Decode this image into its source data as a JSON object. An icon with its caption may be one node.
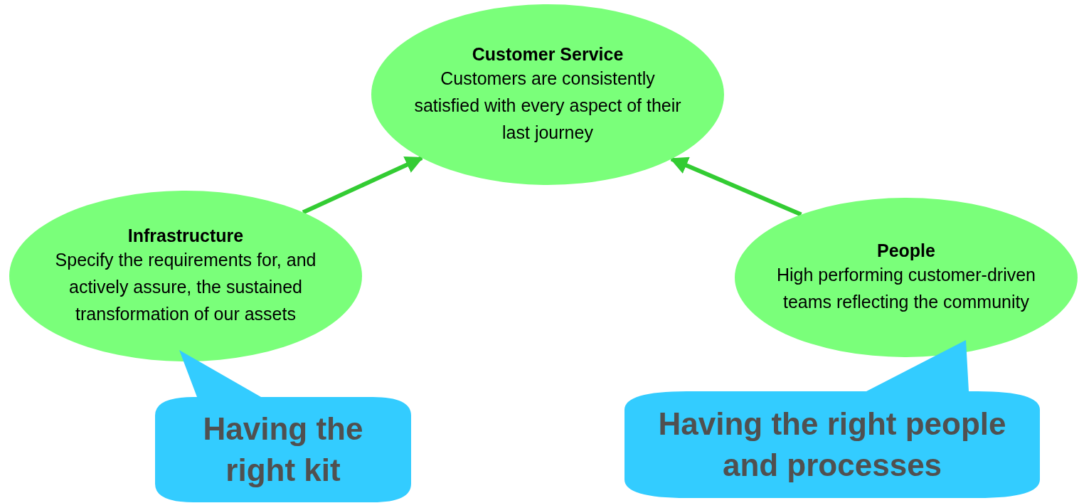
{
  "diagram": {
    "nodes": [
      {
        "text": [
          "Customer Service",
          "Customers are consistently satisfied with every aspect of their last journey"
        ]
      },
      {
        "text": [
          "Infrastructure",
          "Specify the requirements for, and actively assure, the sustained transformation of our assets"
        ]
      },
      {
        "text": [
          "People",
          "High performing customer-driven teams reflecting the community"
        ]
      },
      {
        "text": [
          "Having the right kit"
        ]
      },
      {
        "text": [
          "Having the right people and processes"
        ]
      }
    ],
    "edges": [
      {
        "from": 1,
        "to": 0,
        "arrow": "to"
      },
      {
        "from": 2,
        "to": 0,
        "arrow": "to"
      }
    ]
  }
}
